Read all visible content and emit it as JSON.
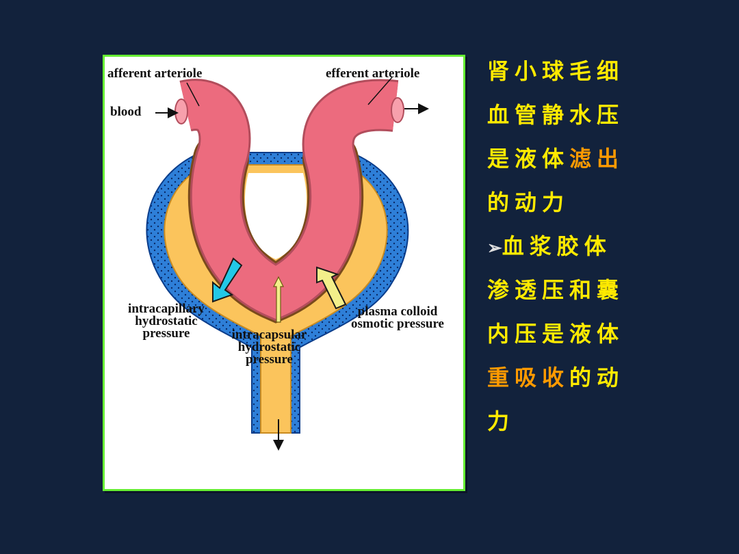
{
  "diagram": {
    "labels": {
      "afferent": "afferent arteriole",
      "efferent": "efferent arteriole",
      "blood": "blood",
      "intracapillary": [
        "intracapillary",
        "hydrostatic",
        "pressure"
      ],
      "intracapsular": [
        "intracapsular",
        "hydrostatic",
        "pressure"
      ],
      "plasma": [
        "plasma colloid",
        "osmotic pressure"
      ]
    },
    "colors": {
      "vessel": "#ec6b7e",
      "capsule_fluid": "#fbc45c",
      "capsule_wall": "#2e7fd8",
      "frame_border": "#66ee33",
      "arrow_out": "#22c8e8",
      "arrow_in": "#f3ef8a"
    }
  },
  "side_text": {
    "line1": "肾小球毛细",
    "line2": "血管静水压",
    "line3_a": "是液体",
    "line3_b": "滤出",
    "line4": "的动力",
    "bullet": "➢",
    "line5": "血浆胶体",
    "line6": "渗透压和囊",
    "line7": "内压是液体",
    "line8_a": "重吸收",
    "line8_b": "的动",
    "line9": "力",
    "colors": {
      "yellow": "#ffea00",
      "orange": "#ff9a00",
      "background": "#12223c"
    }
  }
}
